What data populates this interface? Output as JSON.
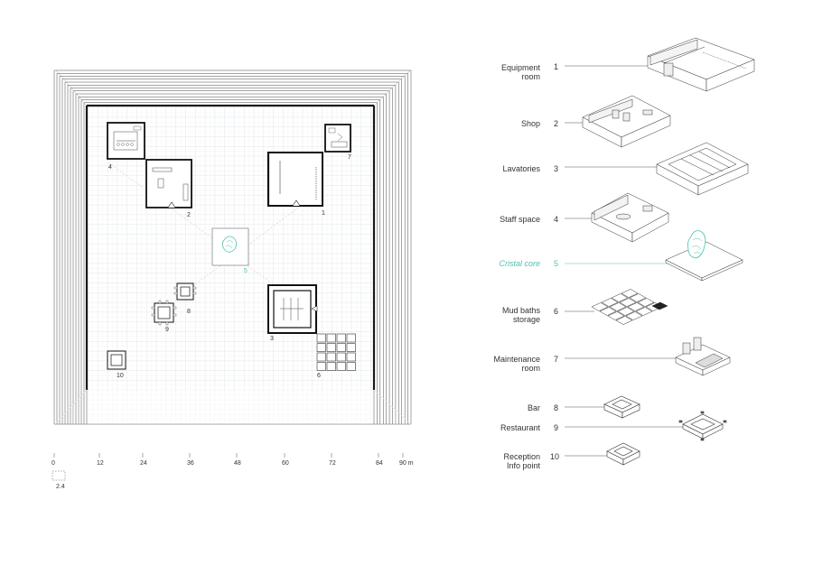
{
  "colors": {
    "ink": "#222222",
    "grid": "#d9dde3",
    "accent": "#4fc1b2",
    "legend_line": "#555555"
  },
  "plan": {
    "room_numbers": [
      "1",
      "2",
      "3",
      "4",
      "5",
      "6",
      "7",
      "8",
      "9",
      "10"
    ]
  },
  "scale_bar": {
    "ticks": [
      "0",
      "12",
      "24",
      "36",
      "48",
      "60",
      "72",
      "84",
      "90 m"
    ],
    "module_label": "2.4"
  },
  "legend": [
    {
      "num": "1",
      "label": "Equipment\nroom",
      "icon": "isometric-equipment-room"
    },
    {
      "num": "2",
      "label": "Shop",
      "icon": "isometric-shop"
    },
    {
      "num": "3",
      "label": "Lavatories",
      "icon": "isometric-lavatories"
    },
    {
      "num": "4",
      "label": "Staff space",
      "icon": "isometric-staff-space"
    },
    {
      "num": "5",
      "label": "Cristal core",
      "icon": "isometric-cristal-core"
    },
    {
      "num": "6",
      "label": "Mud baths\nstorage",
      "icon": "isometric-mud-baths-storage"
    },
    {
      "num": "7",
      "label": "Maintenance\nroom",
      "icon": "isometric-maintenance-room"
    },
    {
      "num": "8",
      "label": "Bar",
      "icon": "isometric-bar"
    },
    {
      "num": "9",
      "label": "Restaurant",
      "icon": "isometric-restaurant"
    },
    {
      "num": "10",
      "label": "Reception\nInfo point",
      "icon": "isometric-reception"
    }
  ]
}
